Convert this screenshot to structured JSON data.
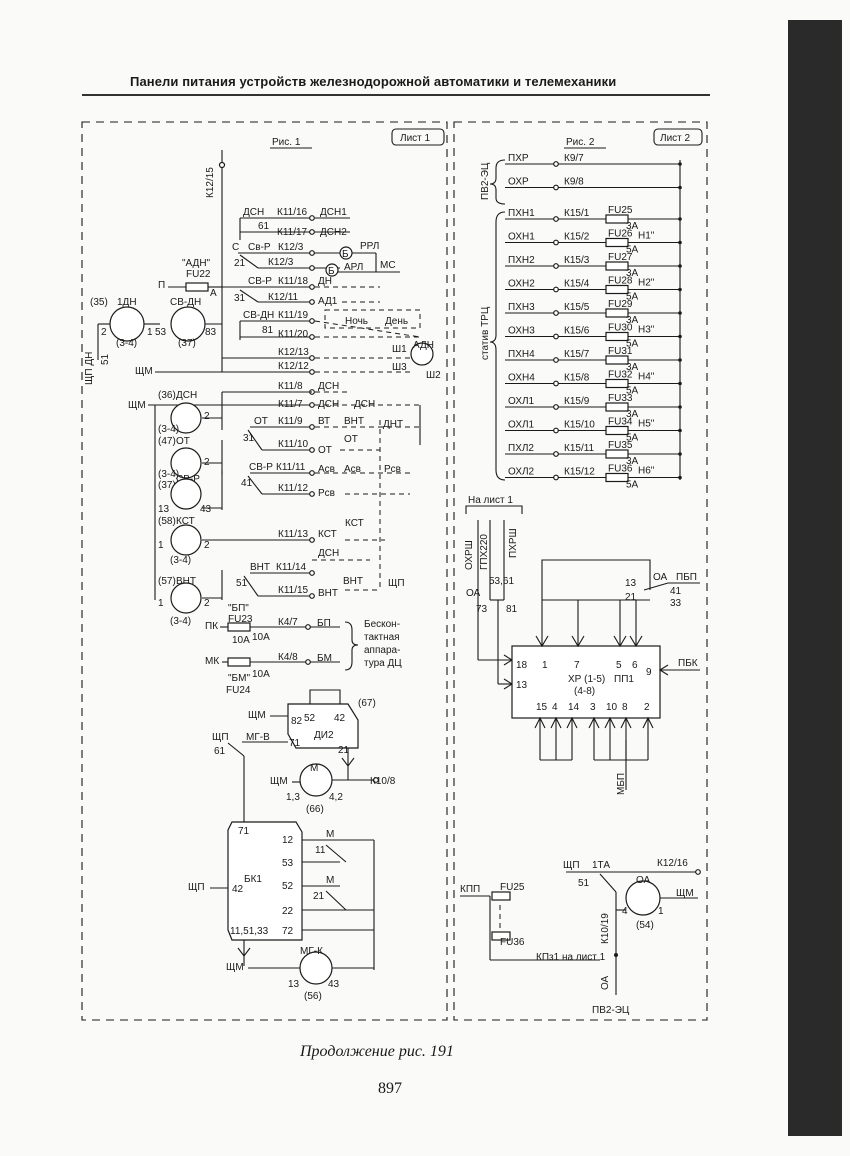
{
  "header": {
    "title": "Панели питания устройств железнодорожной автоматики и телемеханики"
  },
  "caption": "Продолжение рис. 191",
  "page_number": "897",
  "sheet1": {
    "fig_label": "Рис. 1",
    "sheet_label": "Лист 1",
    "k12_15": "К12/15",
    "adn_quote": "\"АДН\"",
    "fu22": "FU22",
    "p": "П",
    "a": "А",
    "dsn": "ДСН",
    "n61": "61",
    "k11_16": "К11/16",
    "dsn1": "ДСН1",
    "k11_17": "К11/17",
    "dsn2": "ДСН2",
    "c": "С",
    "sv_r": "Св-Р",
    "k12_3a": "К12/3",
    "b1": "Б",
    "rrl": "РРЛ",
    "n21": "21",
    "k12_3b": "К12/3",
    "b2": "Б",
    "arl": "АРЛ",
    "ms": "МС",
    "sv_r2": "СВ-Р",
    "k11_18": "К11/18",
    "dn": "ДН",
    "n31": "31",
    "k12_11": "К12/11",
    "ad1": "АД1",
    "dn35": "(35)",
    "dn_name": "1ДН",
    "svdn_name": "СВ-ДН",
    "sv_dn": "СВ-ДН",
    "k11_19": "К11/19",
    "noch": "Ночь",
    "den": "День",
    "n2": "2",
    "n1": "1",
    "n53": "53",
    "n83": "83",
    "n81": "81",
    "k11_20": "К11/20",
    "adn": "АДН",
    "n3_4": "(3-4)",
    "n37": "(37)",
    "k12_13": "К12/13",
    "sh1": "Ш1",
    "shp_dn": "ЩП ДН",
    "n51": "51",
    "shm": "ЩМ",
    "k12_12": "К12/12",
    "sh3": "Ш3",
    "sh2": "Ш2",
    "k11_8": "К11/8",
    "dsn_c": "ДСН",
    "n36": "(36)",
    "dsn_name": "ДСН",
    "k11_7": "К11/7",
    "dsn_d": "ДСН",
    "dsn_e": "ДСН",
    "vnt": "ВНТ",
    "shm2": "ЩМ",
    "ot": "ОТ",
    "k11_9": "К11/9",
    "vt": "ВТ",
    "n3_4b": "(3-4)",
    "n47": "(47)",
    "ot_name": "ОТ",
    "n31b": "31",
    "dnt": "ДНТ",
    "k11_10": "К11/10",
    "ot_b": "ОТ",
    "ot_c": "ОТ",
    "n3_4c": "(3-4)",
    "n37b": "(37)",
    "svr_name": "СВ-Р",
    "sv_r3": "СВ-Р",
    "k11_11": "К11/11",
    "asv": "Асв",
    "asv2": "Асв",
    "rsv": "Рсв",
    "n41": "41",
    "k11_12": "К11/12",
    "rsv2": "Рсв",
    "n13": "13",
    "n43": "43",
    "n58": "(58)",
    "kst_name": "КСТ",
    "kst": "КСТ",
    "k11_13": "К11/13",
    "kst2": "КСТ",
    "n3_4d": "(3-4)",
    "dsn_f": "ДСН",
    "n57": "(57)",
    "vnt_name": "ВНТ",
    "vnt2": "ВНТ",
    "k11_14": "К11/14",
    "n51b": "51",
    "vnt3": "ВНТ",
    "shp": "ЩП",
    "k11_15": "К11/15",
    "n3_4e": "(3-4)",
    "bp_quote": "\"БП\"",
    "pk": "ПК",
    "fu23": "FU23",
    "k4_7": "К4/7",
    "bp": "БП",
    "n10a": "10А",
    "mk": "МК",
    "k4_8": "К4/8",
    "bm": "БМ",
    "bm_quote": "\"БМ\"",
    "n10a2": "10А",
    "fu24": "FU24",
    "apparatus_1": "Бескон-",
    "apparatus_2": "тактная",
    "apparatus_3": "аппара-",
    "apparatus_4": "тура ДЦ",
    "di2_shm": "ЩМ",
    "di2_82": "82",
    "di2_52": "52",
    "di2_42": "42",
    "di2_67": "(67)",
    "di2_name": "ДИ2",
    "di2_shp": "ЩП",
    "di2_61": "61",
    "mg_v": "МГ-В",
    "di2_71": "71",
    "di2_21": "21",
    "m_shm": "ЩМ",
    "m_name": "М",
    "m_13": "1,3",
    "m_42": "4,2",
    "m_66": "(66)",
    "k10_8": "К10/8",
    "bk1_name": "БК1",
    "bk1_71": "71",
    "bk1_12": "12",
    "bk1_53": "53",
    "bk1_52": "52",
    "bk1_22": "22",
    "bk1_72": "72",
    "bk1_42": "42",
    "bk1_115": "11,51,33",
    "bk1_shp": "ЩП",
    "bk1_m": "М",
    "bk1_11": "11",
    "bk1_m2": "М",
    "bk1_21": "21",
    "mgk_shm": "ЩМ",
    "mgk_name": "МГ-К",
    "mgk_13": "13",
    "mgk_43": "43",
    "mgk_56": "(56)"
  },
  "sheet2": {
    "fig_label": "Рис. 2",
    "sheet_label": "Лист 2",
    "pv2_ec": "ПВ2-ЭЦ",
    "rows": [
      {
        "name": "ПХР",
        "k": "К9/7",
        "fu": "",
        "amp": "",
        "h": ""
      },
      {
        "name": "ОХР",
        "k": "К9/8",
        "fu": "",
        "amp": "",
        "h": ""
      },
      {
        "name": "ПХН1",
        "k": "К15/1",
        "fu": "FU25",
        "amp": "3А",
        "h": ""
      },
      {
        "name": "ОХН1",
        "k": "К15/2",
        "fu": "FU26",
        "amp": "5А",
        "h": "Н1\""
      },
      {
        "name": "ПХН2",
        "k": "К15/3",
        "fu": "FU27",
        "amp": "3А",
        "h": ""
      },
      {
        "name": "ОХН2",
        "k": "К15/4",
        "fu": "FU28",
        "amp": "5А",
        "h": "Н2\""
      },
      {
        "name": "ПХН3",
        "k": "К15/5",
        "fu": "FU29",
        "amp": "3А",
        "h": ""
      },
      {
        "name": "ОХН3",
        "k": "К15/6",
        "fu": "FU30",
        "amp": "5А",
        "h": "Н3\""
      },
      {
        "name": "ПХН4",
        "k": "К15/7",
        "fu": "FU31",
        "amp": "3А",
        "h": ""
      },
      {
        "name": "ОХН4",
        "k": "К15/8",
        "fu": "FU32",
        "amp": "5А",
        "h": "Н4\""
      },
      {
        "name": "ОХЛ1",
        "k": "К15/9",
        "fu": "FU33",
        "amp": "3А",
        "h": ""
      },
      {
        "name": "ОХЛ1",
        "k": "К15/10",
        "fu": "FU34",
        "amp": "5А",
        "h": "Н5\""
      },
      {
        "name": "ПХЛ2",
        "k": "К15/11",
        "fu": "FU35",
        "amp": "3А",
        "h": ""
      },
      {
        "name": "ОХЛ2",
        "k": "К15/12",
        "fu": "FU36",
        "amp": "5А",
        "h": "Н6\""
      }
    ],
    "stativ": "статив ТРЦ",
    "na_list1": "На лист 1",
    "ohrsh": "ОХРШ",
    "gpkh220": "ГПХ220",
    "pkhrsh": "ПХРШ",
    "n53_61": "53,61",
    "oa": "ОА",
    "n73": "73",
    "n81": "81",
    "n13": "13",
    "oa2": "ОА",
    "pbp": "ПБП",
    "n21": "21",
    "n41": "41",
    "n33": "33",
    "xr": "ХР (1-5)",
    "xr2": "(4-8)",
    "pp1": "ПП1",
    "pbk": "ПБК",
    "top_pins": [
      "18",
      "1",
      "7",
      "5",
      "6"
    ],
    "left13": "13",
    "n9": "9",
    "bottom_pins": [
      "15",
      "4",
      "14",
      "3",
      "10",
      "8",
      "2"
    ],
    "mbp": "МБП",
    "kpp": "КПП",
    "fu25": "FU25",
    "fu36": "FU36",
    "kpz1": "КПз1 на лист 1",
    "shp": "ЩП",
    "ta1": "1ТА",
    "k12_16": "К12/16",
    "n51": "51",
    "oa_name": "ОА",
    "shm": "ЩМ",
    "n4": "4",
    "n1": "1",
    "n54": "(54)",
    "k10_19": "К10/19",
    "oa3": "ОА",
    "pv2_ec2": "ПВ2-ЭЦ"
  }
}
